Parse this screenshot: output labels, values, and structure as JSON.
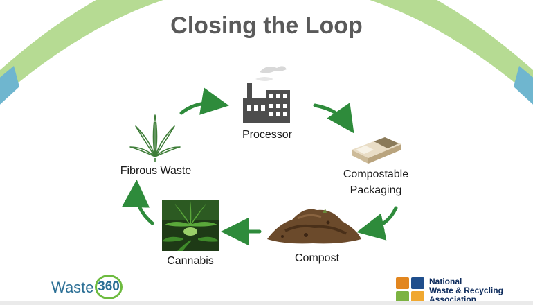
{
  "slide": {
    "title": "Closing the Loop",
    "nodes": {
      "processor": "Processor",
      "packaging_line1": "Compostable",
      "packaging_line2": "Packaging",
      "compost": "Compost",
      "cannabis": "Cannabis",
      "fibrous_waste": "Fibrous Waste"
    }
  },
  "footer": {
    "left_logo_word": "Waste",
    "left_logo_number": "360",
    "right_logo_line1": "National",
    "right_logo_line2": "Waste & Recycling",
    "right_logo_line3": "Association"
  },
  "colors": {
    "arc_green": "#b6db93",
    "arc_blue": "#6fb6cf",
    "arrow_green": "#2e8b3b",
    "title_gray": "#5a5a5a",
    "factory_gray": "#4d4d4d",
    "soil_brown": "#6b4a2b"
  },
  "icons": [
    "factory-icon",
    "packaging-box-icon",
    "compost-pile-icon",
    "cannabis-photo",
    "cannabis-leaf-icon"
  ]
}
